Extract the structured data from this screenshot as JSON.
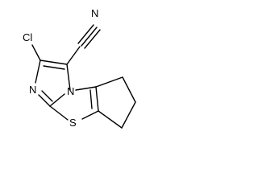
{
  "molecule": {
    "atoms": {
      "cyano_n": "N",
      "chloro": "Cl",
      "imidazole_n": "N",
      "bridge_n": "N",
      "sulfur": "S"
    },
    "colors": {
      "bond": "#000000",
      "label": "#000000",
      "background": "#ffffff"
    }
  }
}
